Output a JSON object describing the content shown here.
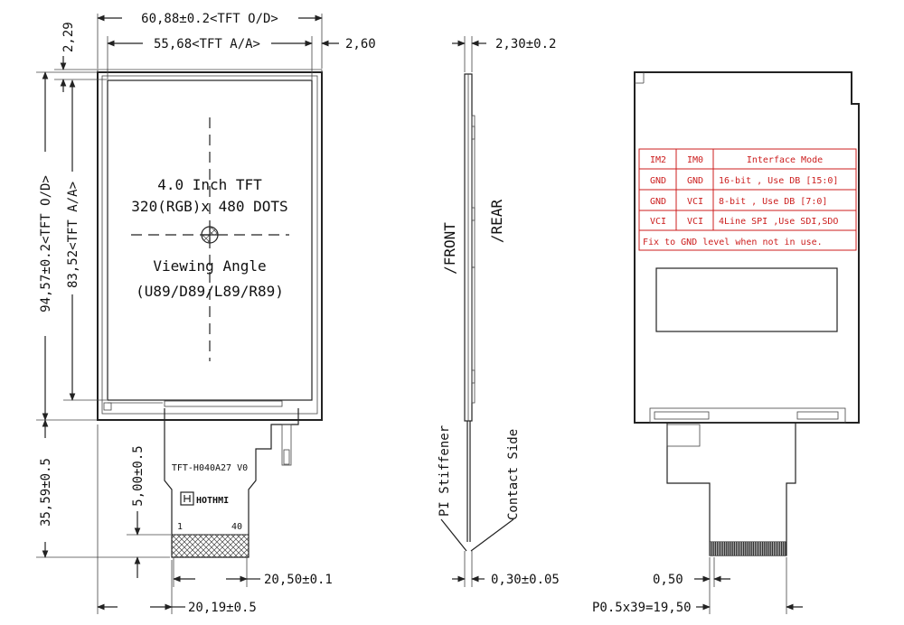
{
  "dims": {
    "outline_width": "60,88±0.2<TFT O/D>",
    "active_width": "55,68<TFT A/A>",
    "right_margin": "2,60",
    "top_margin": "2,29",
    "outline_height": "94,57±0.2<TFT O/D>",
    "active_height": "83,52<TFT A/A>",
    "fpc_length": "35,59±0.5",
    "stiffener_length": "5,00±0.5",
    "pin_span": "20,50±0.1",
    "fpc_width": "20,19±0.5",
    "thickness": "2,30±0.2",
    "fpc_thickness": "0,30±0.05",
    "pin_width": "0,50",
    "pitch": "P0.5x39=19,50"
  },
  "front": {
    "title": "4.0 Inch TFT",
    "resolution": "320(RGB)x 480 DOTS",
    "angle_label": "Viewing Angle",
    "angle_value": "(U89/D89/L89/R89)",
    "fpc_code": "TFT-H040A27 V0",
    "brand": "HOTHMI",
    "pin_first": "1",
    "pin_last": "40"
  },
  "side": {
    "front_label": "/FRONT",
    "rear_label": "/REAR",
    "stiffener_label": "PI Stiffener",
    "contact_label": "Contact Side"
  },
  "table": {
    "headers": [
      "IM2",
      "IM0",
      "Interface Mode"
    ],
    "rows": [
      [
        "GND",
        "GND",
        "16-bit , Use DB [15:0]"
      ],
      [
        "GND",
        "VCI",
        "8-bit , Use DB [7:0]"
      ],
      [
        "VCI",
        "VCI",
        "4Line SPI ,Use SDI,SDO"
      ]
    ],
    "note": "Fix to GND level when not in use."
  },
  "colors": {
    "table": "#cc1e1e",
    "line": "#222222"
  }
}
